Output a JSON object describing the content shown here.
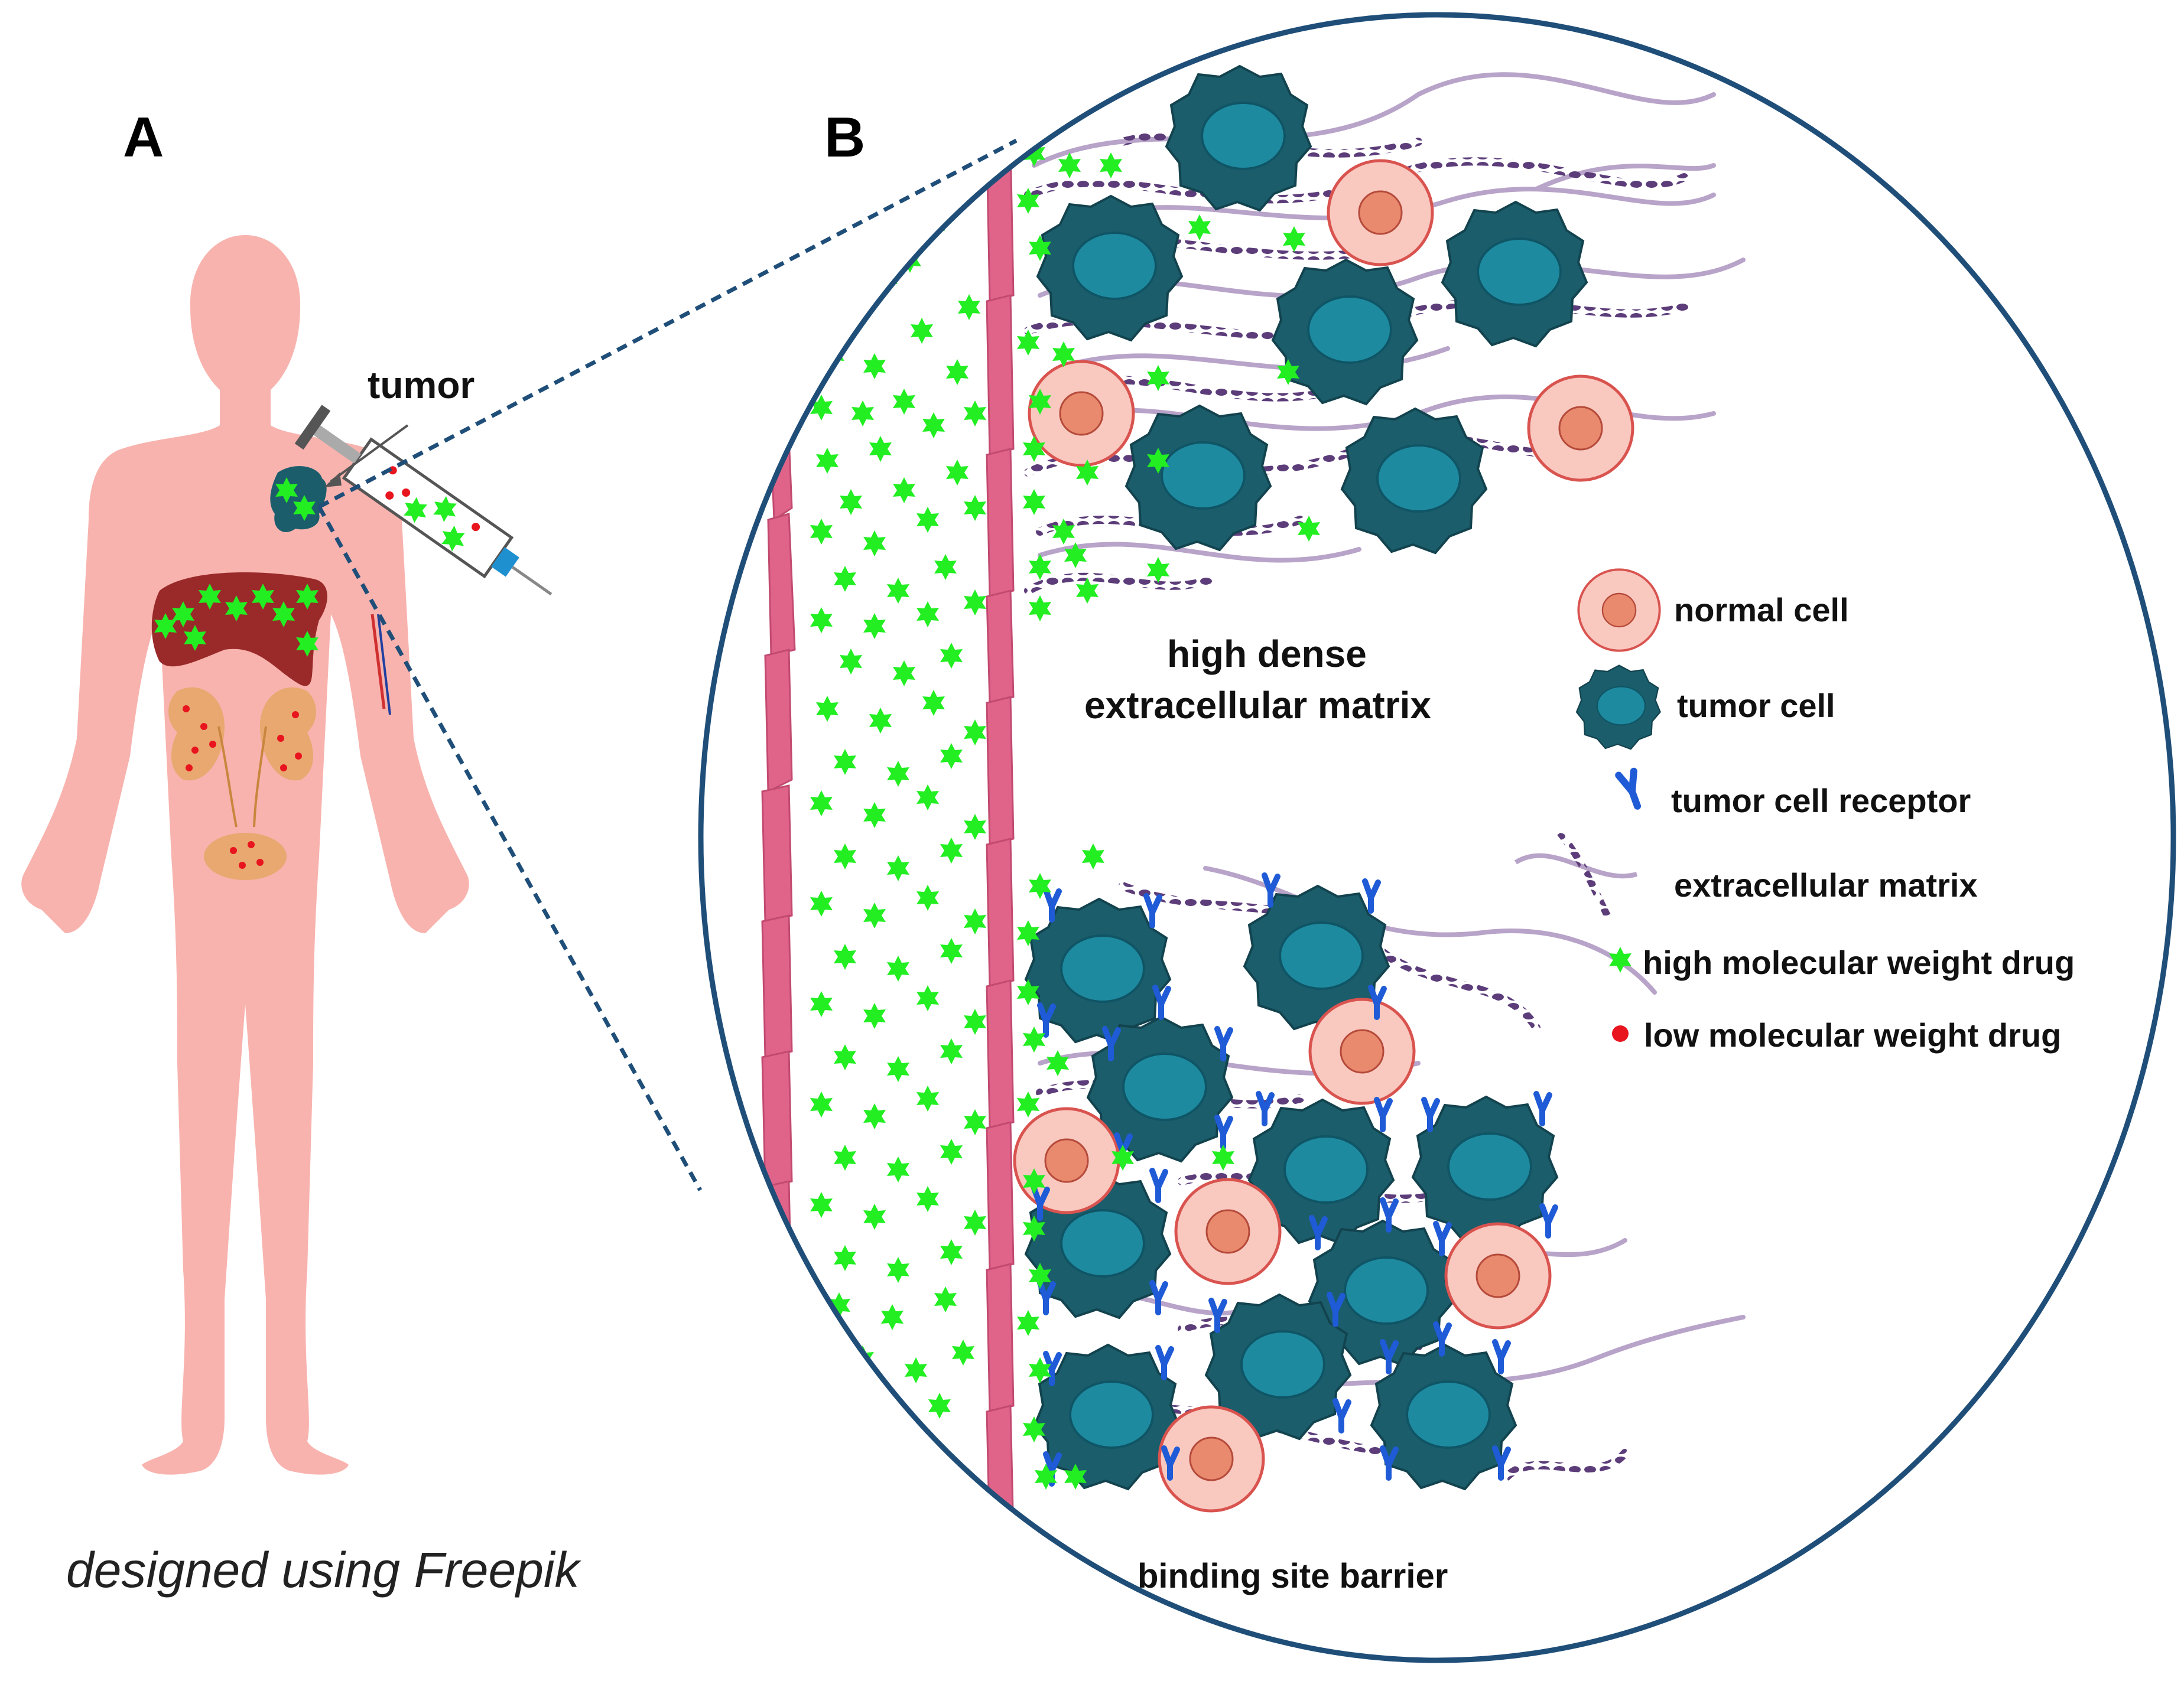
{
  "panels": {
    "a": "A",
    "b": "B"
  },
  "labels": {
    "tumor": "tumor",
    "ecm_line1": "high dense",
    "ecm_line2": "extracellular matrix",
    "binding": "binding site barrier",
    "credit": "designed using Freepik"
  },
  "legend": [
    {
      "icon": "normal-cell-icon",
      "label": "normal cell"
    },
    {
      "icon": "tumor-cell-icon",
      "label": "tumor cell"
    },
    {
      "icon": "receptor-icon",
      "label": "tumor cell receptor"
    },
    {
      "icon": "ecm-icon",
      "label": "extracellular matrix"
    },
    {
      "icon": "green-star-icon",
      "label": "high molecular weight drug"
    },
    {
      "icon": "red-dot-icon",
      "label": "low molecular weight drug"
    }
  ],
  "colors": {
    "body": "#f8b3ae",
    "circle_outline": "#1f4e79",
    "endothelium": "#e06489",
    "tumor_cell": "#1b5d6b",
    "tumor_nucleus": "#1e8aa0",
    "normal_cell": "#f9c9c0",
    "normal_nucleus": "#e98a6e",
    "ecm_fiber": "#b8a3c9",
    "ecm_beads": "#5c3d7a",
    "hmw_drug": "#22ee22",
    "lmw_drug": "#e8141e",
    "receptor": "#1f5bd6",
    "liver": "#9a2a2a",
    "kidney": "#e8a870"
  }
}
